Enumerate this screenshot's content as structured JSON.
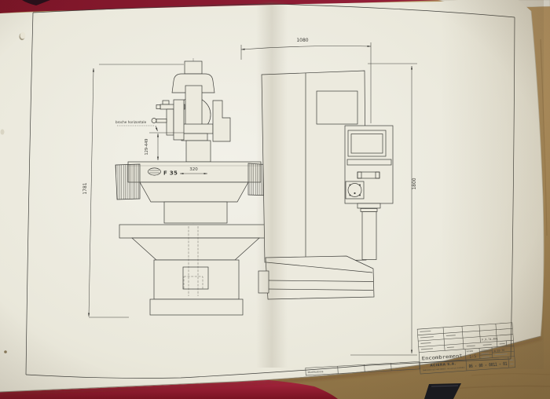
{
  "photo": {
    "colors": {
      "binder_red": "#8f1b30",
      "table_wood": "#a88a5a",
      "paper": "#eceade",
      "ink": "#3e3e3a"
    }
  },
  "title_block": {
    "title": "Encombrement",
    "scale_label": "Echelle",
    "scale": "1:5",
    "company": "ACIERA S.A.",
    "company_subline": "FABRIQUE DE MACHINES - LE LOCLE (SUISSE)",
    "drawing_number": "06 - 00 - 0011 - 01",
    "reference": "F.9.74.891",
    "date_code": "A 10 76",
    "modifications_label": "Modifications"
  },
  "machine": {
    "brand": "ACIERA",
    "model": "F 35",
    "spindle_label": "broche horizontale"
  },
  "dimensions": {
    "overall_width": "1080",
    "overall_height_right": "1800",
    "overall_height_left": "1781",
    "spindle_to_table_range": "129-449",
    "table_width": "320"
  }
}
